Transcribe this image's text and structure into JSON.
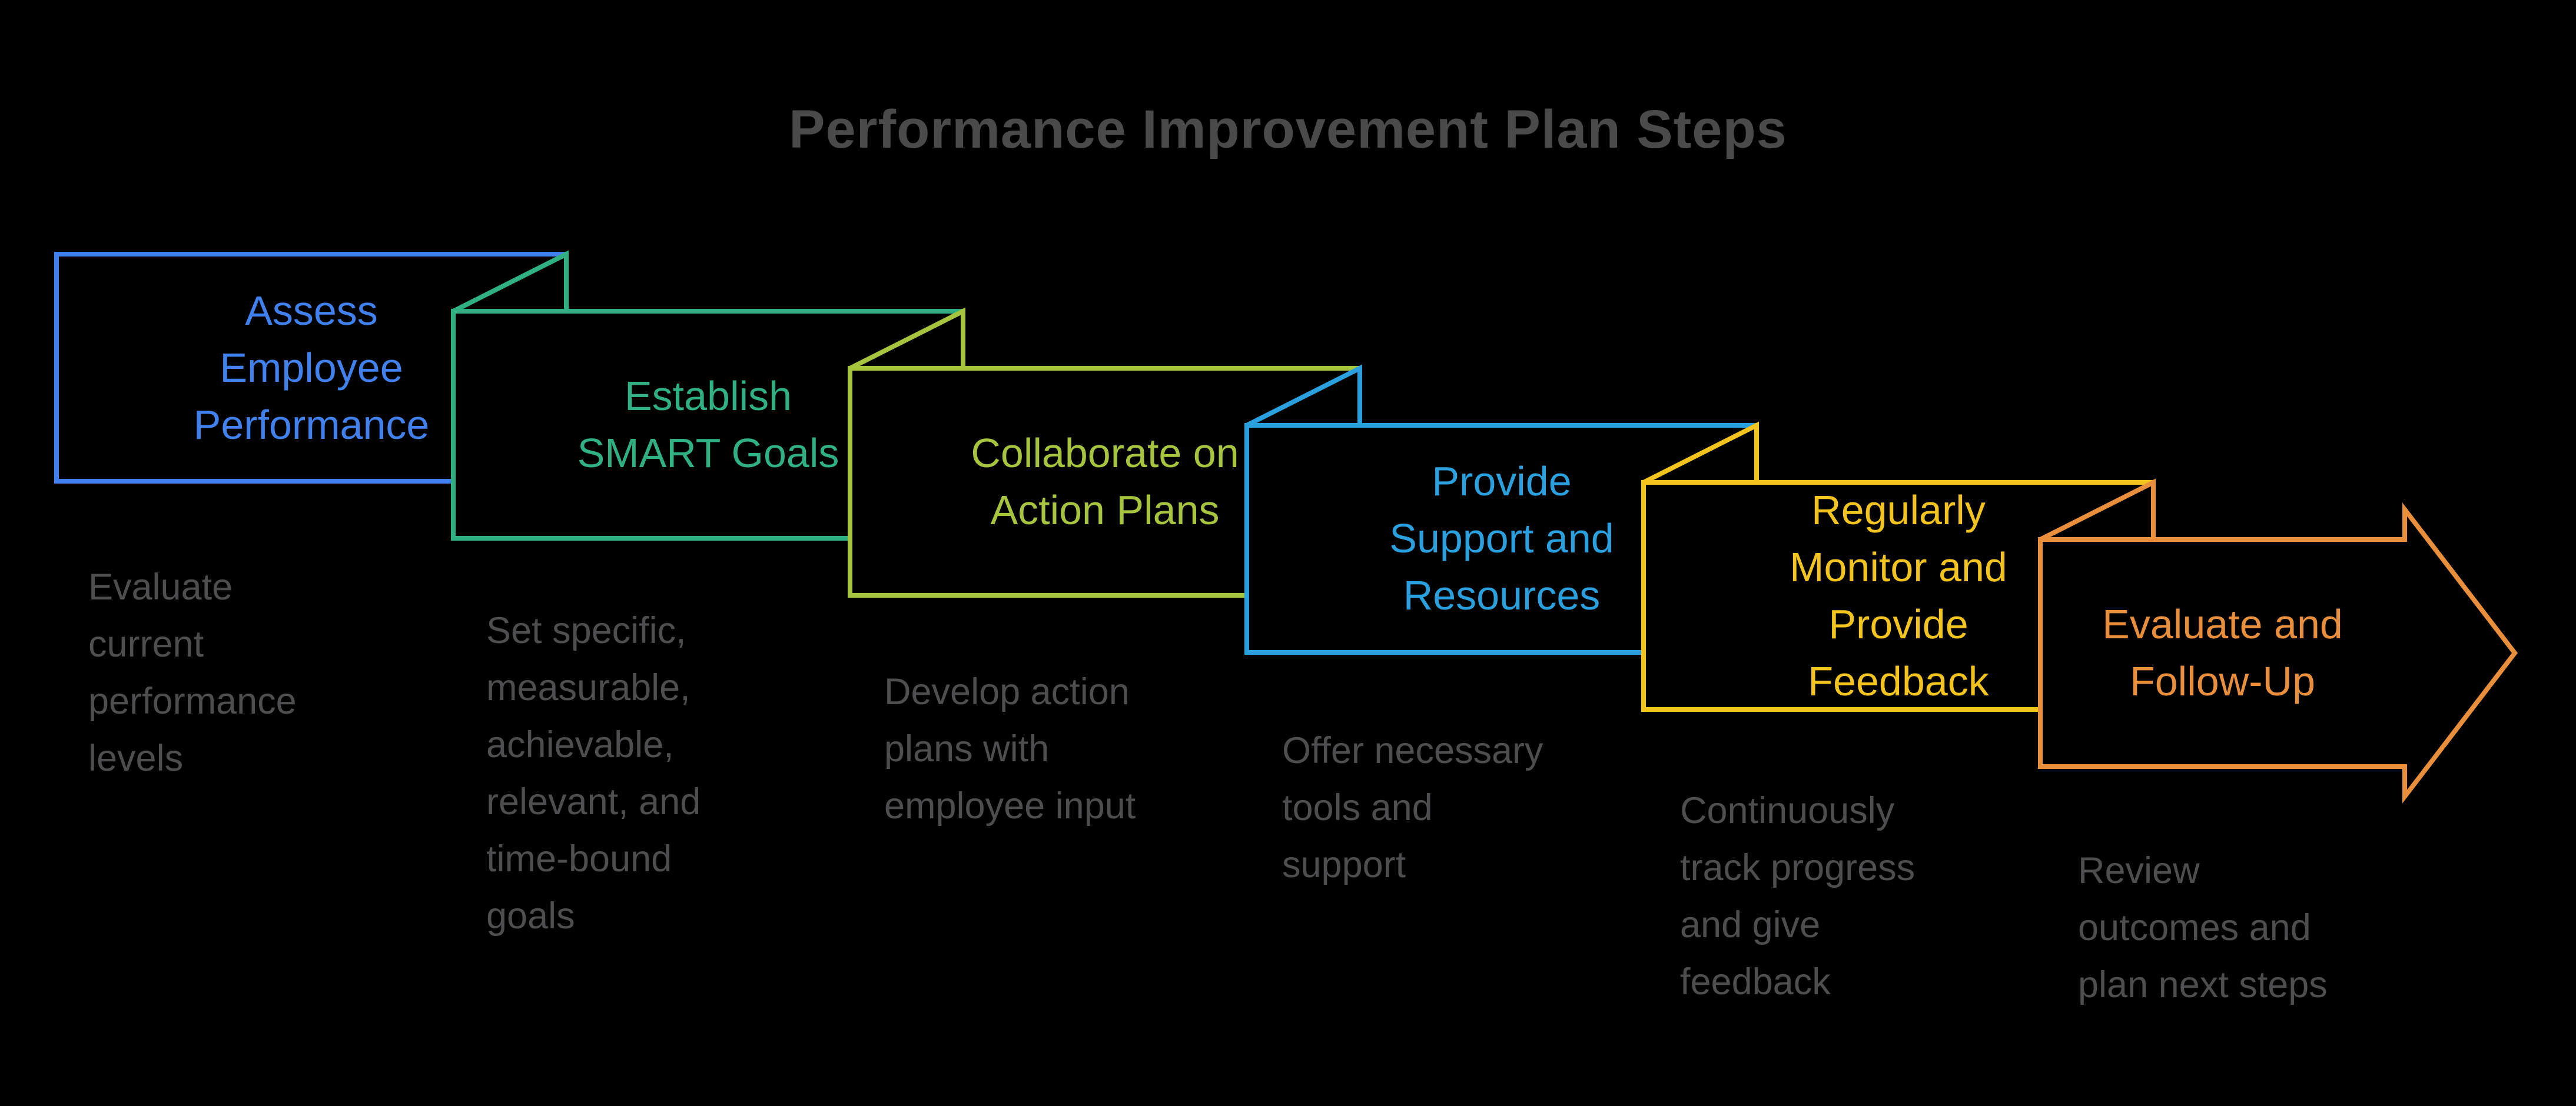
{
  "title": "Performance Improvement Plan Steps",
  "colors": {
    "background": "#000000",
    "title_text": "#4a4a4a",
    "description_text": "#4e4e50"
  },
  "steps": [
    {
      "id": 1,
      "color": "#4181ee",
      "title": "Assess Employee Performance",
      "title_lines": [
        "Assess",
        "Employee",
        "Performance"
      ],
      "description": "Evaluate current performance levels",
      "description_lines": [
        "Evaluate",
        "current",
        "performance",
        "levels"
      ]
    },
    {
      "id": 2,
      "color": "#2fb183",
      "title": "Establish SMART Goals",
      "title_lines": [
        "Establish",
        "SMART Goals"
      ],
      "description": "Set specific, measurable, achievable, relevant, and time-bound goals",
      "description_lines": [
        "Set specific,",
        "measurable,",
        "achievable,",
        "relevant, and",
        "time-bound",
        "goals"
      ]
    },
    {
      "id": 3,
      "color": "#a6c43e",
      "title": "Collaborate on Action Plans",
      "title_lines": [
        "Collaborate on",
        "Action Plans"
      ],
      "description": "Develop action plans with employee input",
      "description_lines": [
        "Develop action",
        "plans with",
        "employee input"
      ]
    },
    {
      "id": 4,
      "color": "#2aa1de",
      "title": "Provide Support and Resources",
      "title_lines": [
        "Provide",
        "Support and",
        "Resources"
      ],
      "description": "Offer necessary tools and support",
      "description_lines": [
        "Offer necessary",
        "tools and",
        "support"
      ]
    },
    {
      "id": 5,
      "color": "#f2c41d",
      "title": "Regularly Monitor and Provide Feedback",
      "title_lines": [
        "Regularly",
        "Monitor and",
        "Provide",
        "Feedback"
      ],
      "description": "Continuously track progress and give feedback",
      "description_lines": [
        "Continuously",
        "track progress",
        "and give",
        "feedback"
      ]
    },
    {
      "id": 6,
      "color": "#e98f3c",
      "title": "Evaluate and Follow-Up",
      "title_lines": [
        "Evaluate and",
        "Follow-Up"
      ],
      "description": "Review outcomes and plan next steps",
      "description_lines": [
        "Review",
        "outcomes and",
        "plan next steps"
      ]
    }
  ]
}
